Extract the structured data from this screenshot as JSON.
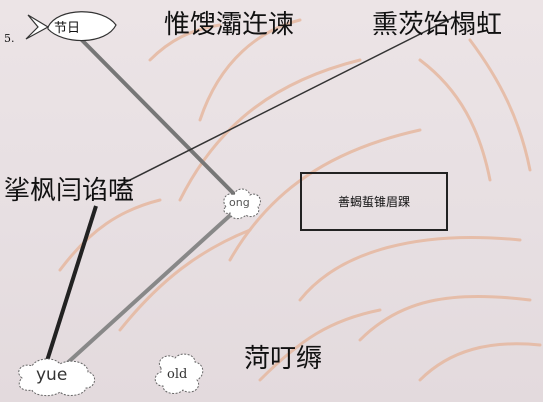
{
  "question_number": "5.",
  "balloon_label": "节日",
  "title_left": "惟馊灞迕谏",
  "title_right": "熏茨饴榻虹",
  "left_phrase": "挲枫闫谄嗑",
  "cloud_mid_label": "ong",
  "boxed_phrase": "善蝎蜇锥眉踝",
  "bottom_phrase": "菏叮缛",
  "cloud_left_label": "yue",
  "cloud_right_label": "old",
  "colors": {
    "background": "#e8e0e3",
    "ink": "#111111",
    "gray_line": "#777777",
    "thin_line": "#222222",
    "sketch": "#e6b8a0"
  }
}
